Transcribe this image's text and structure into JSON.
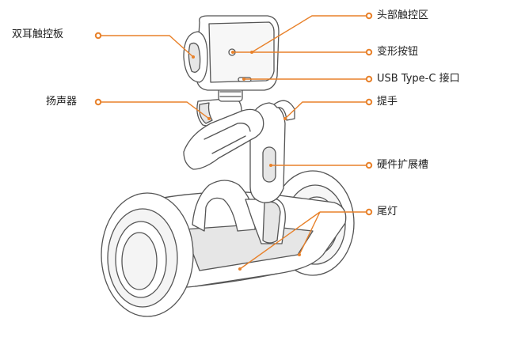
{
  "labels": {
    "dual_ear_touch": "双耳触控板",
    "speaker": "扬声器",
    "head_touch": "头部触控区",
    "transform_button": "变形按钮",
    "usb_port": "USB Type-C 接口",
    "handle": "提手",
    "expansion_slot": "硬件扩展槽",
    "tail_light": "尾灯"
  },
  "colors": {
    "callout": "#e8812a",
    "outline": "#555555",
    "shade": "#e6e6e6"
  }
}
